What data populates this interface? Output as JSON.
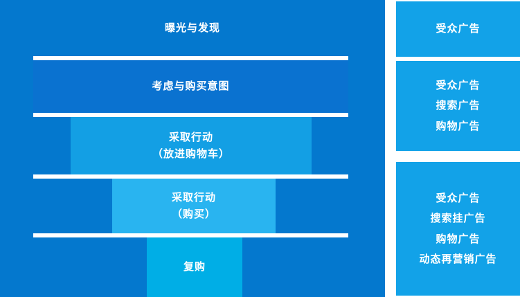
{
  "colors": {
    "background_blue": "#0478CE",
    "stage2_blue": "#0A72D0",
    "stage3_blue": "#139FE4",
    "stage4_blue": "#29B4F0",
    "stage5_blue": "#00AEE6",
    "side_panel_blue": "#12A2E8",
    "divider_white": "#FFFFFF",
    "text_white": "#FFFFFF"
  },
  "funnel": {
    "stages": [
      {
        "line1": "曝光与发现",
        "line2": ""
      },
      {
        "line1": "考虑与购买意图",
        "line2": ""
      },
      {
        "line1": "采取行动",
        "line2": "（放进购物车）"
      },
      {
        "line1": "采取行动",
        "line2": "（购买）"
      },
      {
        "line1": "复购",
        "line2": ""
      }
    ]
  },
  "side_panels": [
    {
      "lines": [
        "受众广告"
      ]
    },
    {
      "lines": [
        "受众广告",
        "搜索广告",
        "购物广告"
      ]
    },
    {
      "lines": [
        "受众广告",
        "搜索挂广告",
        "购物广告",
        "动态再营销广告"
      ]
    }
  ]
}
